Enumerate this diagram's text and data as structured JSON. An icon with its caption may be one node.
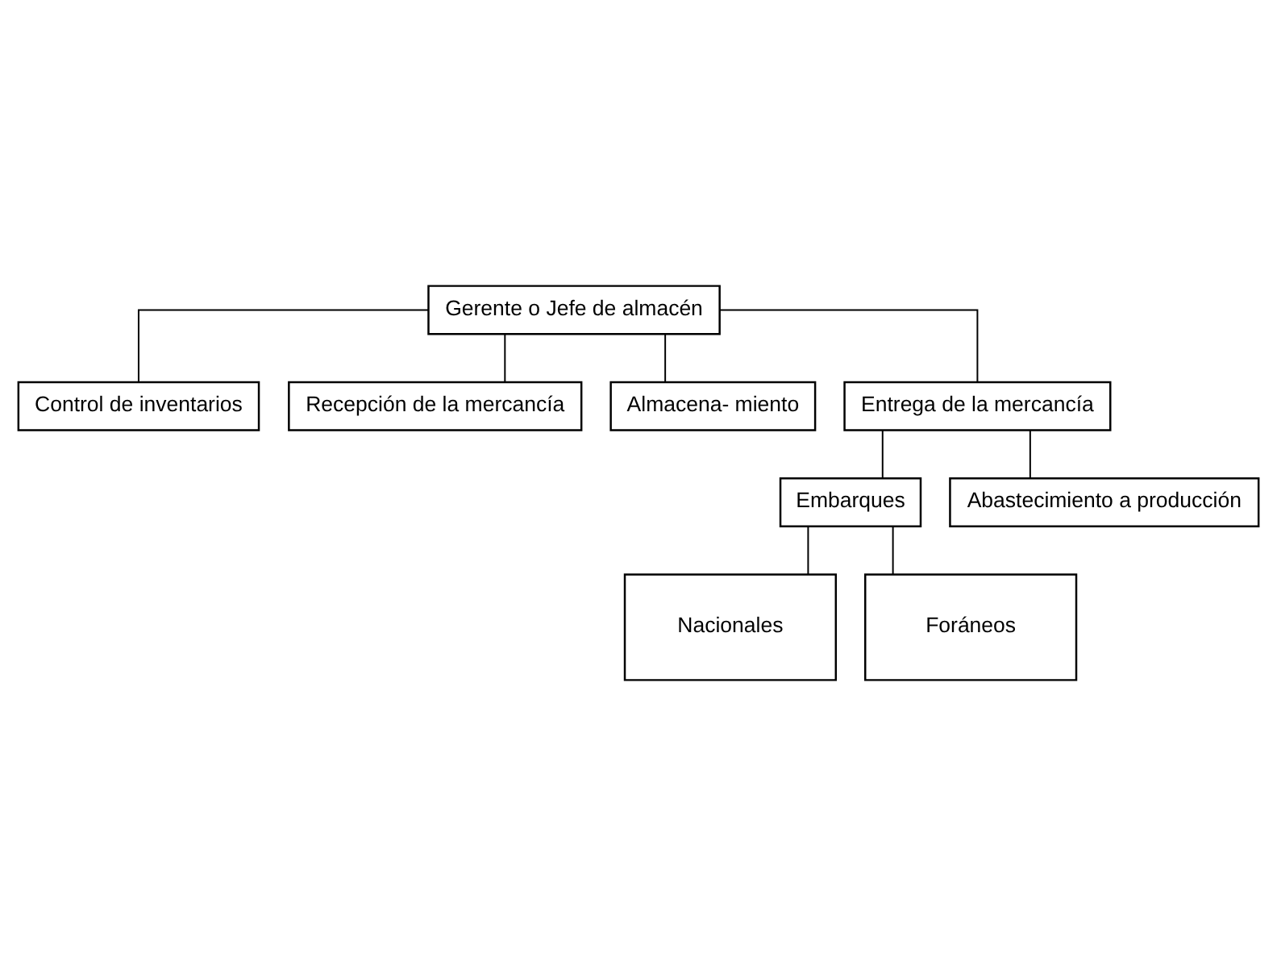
{
  "diagram": {
    "nodes": [
      {
        "text": [
          "Gerente o Jefe de almacén"
        ]
      },
      {
        "text": [
          "Control de inventarios"
        ]
      },
      {
        "text": [
          "Recepción de la mercancía"
        ]
      },
      {
        "text": [
          "Almacena- miento"
        ]
      },
      {
        "text": [
          "Entrega de la mercancía"
        ]
      },
      {
        "text": [
          "Embarques"
        ]
      },
      {
        "text": [
          "Abastecimiento a producción"
        ]
      },
      {
        "text": [
          "Nacionales"
        ]
      },
      {
        "text": [
          "Foráneos"
        ]
      }
    ],
    "edges": [
      {
        "from": 0,
        "to": 1,
        "arrow": "none"
      },
      {
        "from": 0,
        "to": 2,
        "arrow": "none"
      },
      {
        "from": 0,
        "to": 3,
        "arrow": "none"
      },
      {
        "from": 0,
        "to": 4,
        "arrow": "none"
      },
      {
        "from": 4,
        "to": 5,
        "arrow": "none"
      },
      {
        "from": 4,
        "to": 6,
        "arrow": "none"
      },
      {
        "from": 5,
        "to": 7,
        "arrow": "none"
      },
      {
        "from": 5,
        "to": 8,
        "arrow": "none"
      }
    ]
  }
}
